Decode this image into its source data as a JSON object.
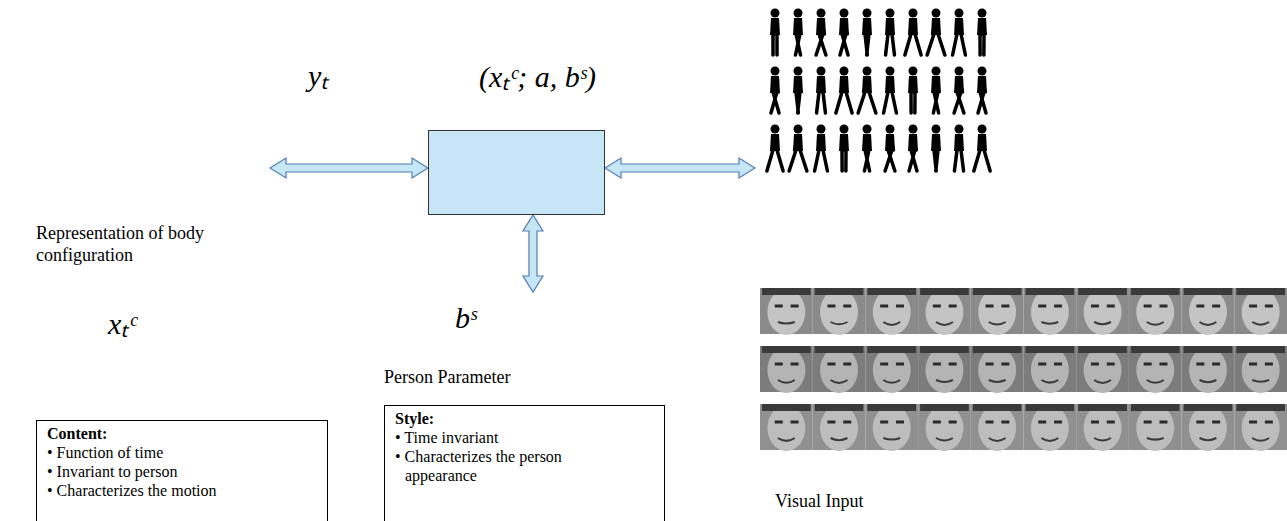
{
  "diagram": {
    "nodes": [
      {
        "text": [
          "(xₜᶜ; a, bˢ)"
        ]
      },
      {
        "text": [
          "Content:",
          "• Function of time",
          "• Invariant to person",
          "• Characterizes the motion"
        ]
      },
      {
        "text": [
          "Style:",
          "• Time invariant",
          "• Characterizes the person appearance"
        ]
      }
    ],
    "labels": [
      "yₜ",
      "Representation of body configuration",
      "xₜᶜ",
      "bˢ",
      "Person Parameter",
      "Visual Input"
    ]
  }
}
